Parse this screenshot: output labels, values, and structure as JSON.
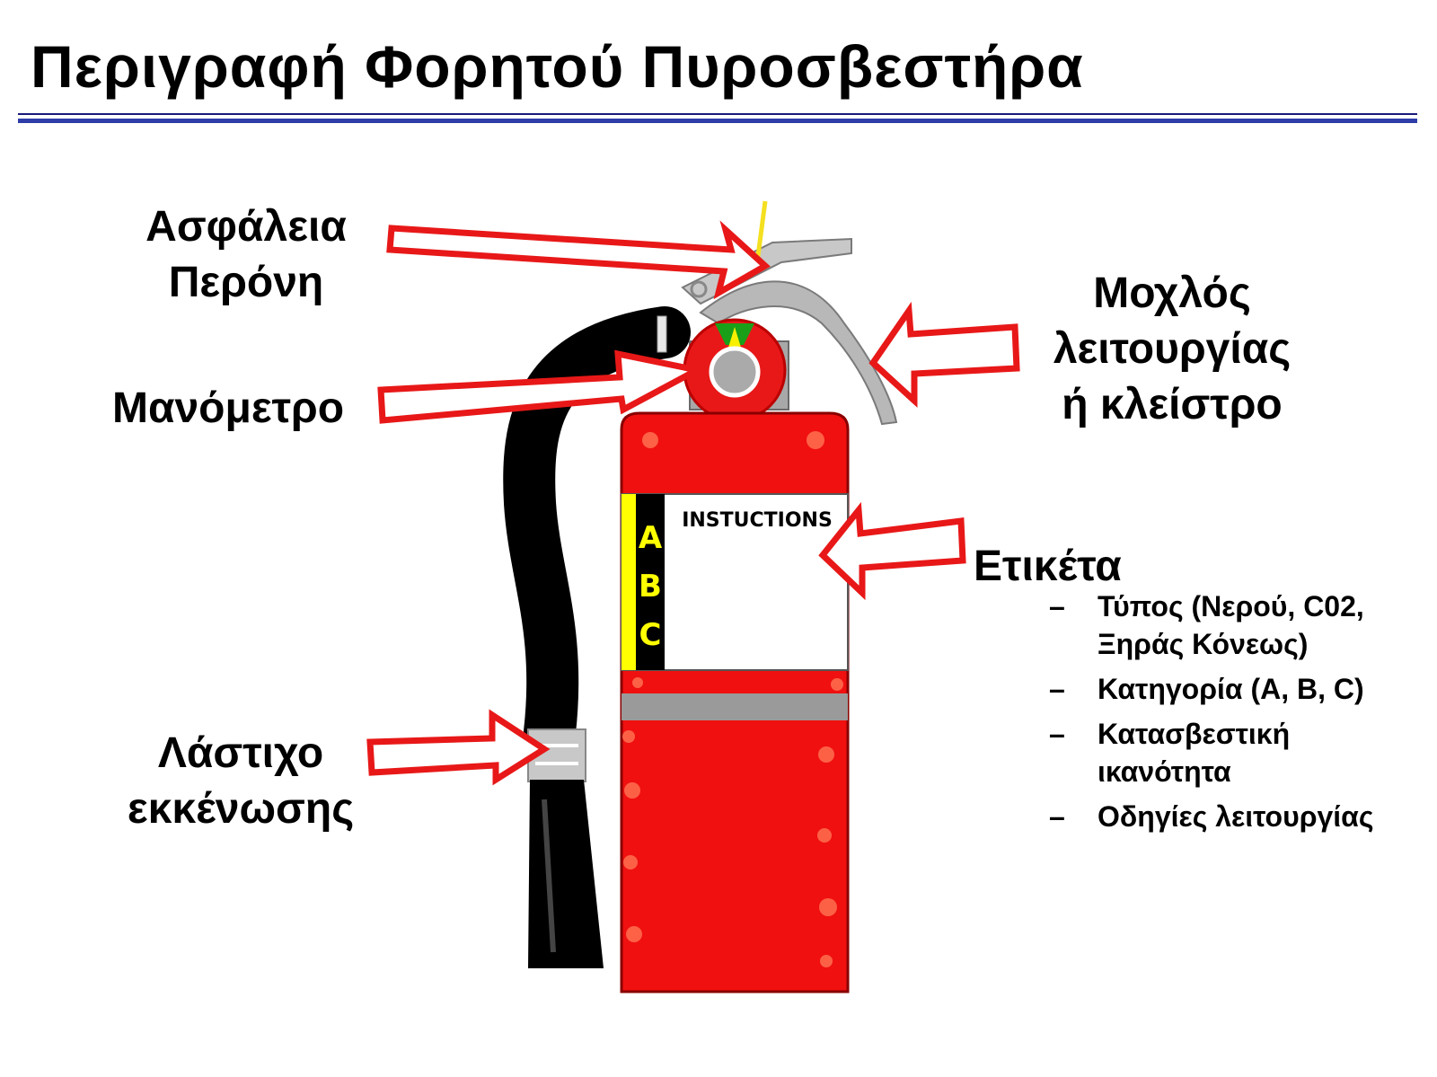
{
  "title": "Περιγραφή Φορητού Πυροσβεστήρα",
  "labels": {
    "safety_pin": [
      "Ασφάλεια",
      "Περόνη"
    ],
    "gauge": "Μανόμετρο",
    "lever": [
      "Μοχλός",
      "λειτουργίας",
      "ή κλείστρο"
    ],
    "hose": [
      "Λάστιχο",
      "εκκένωσης"
    ],
    "tag": "Ετικέτα"
  },
  "tag_items": [
    {
      "dash": "–",
      "text": "Τύπος (Νερού, C02, Ξηράς Κόνεως)"
    },
    {
      "dash": "–",
      "text": "Κατηγορία (A, B, C)"
    },
    {
      "dash": "–",
      "text": "Κατασβεστική ικανότητα"
    },
    {
      "dash": "–",
      "text": "Οδηγίες λειτουργίας"
    }
  ],
  "extinguisher_label": {
    "header": "INSTUCTIONS",
    "classes": [
      "A",
      "B",
      "C"
    ]
  },
  "colors": {
    "body_red": "#f01010",
    "arrow_red": "#e81818",
    "hose_black": "#000000",
    "class_yellow": "#ffff00",
    "rule_blue": "#2e3da8"
  }
}
